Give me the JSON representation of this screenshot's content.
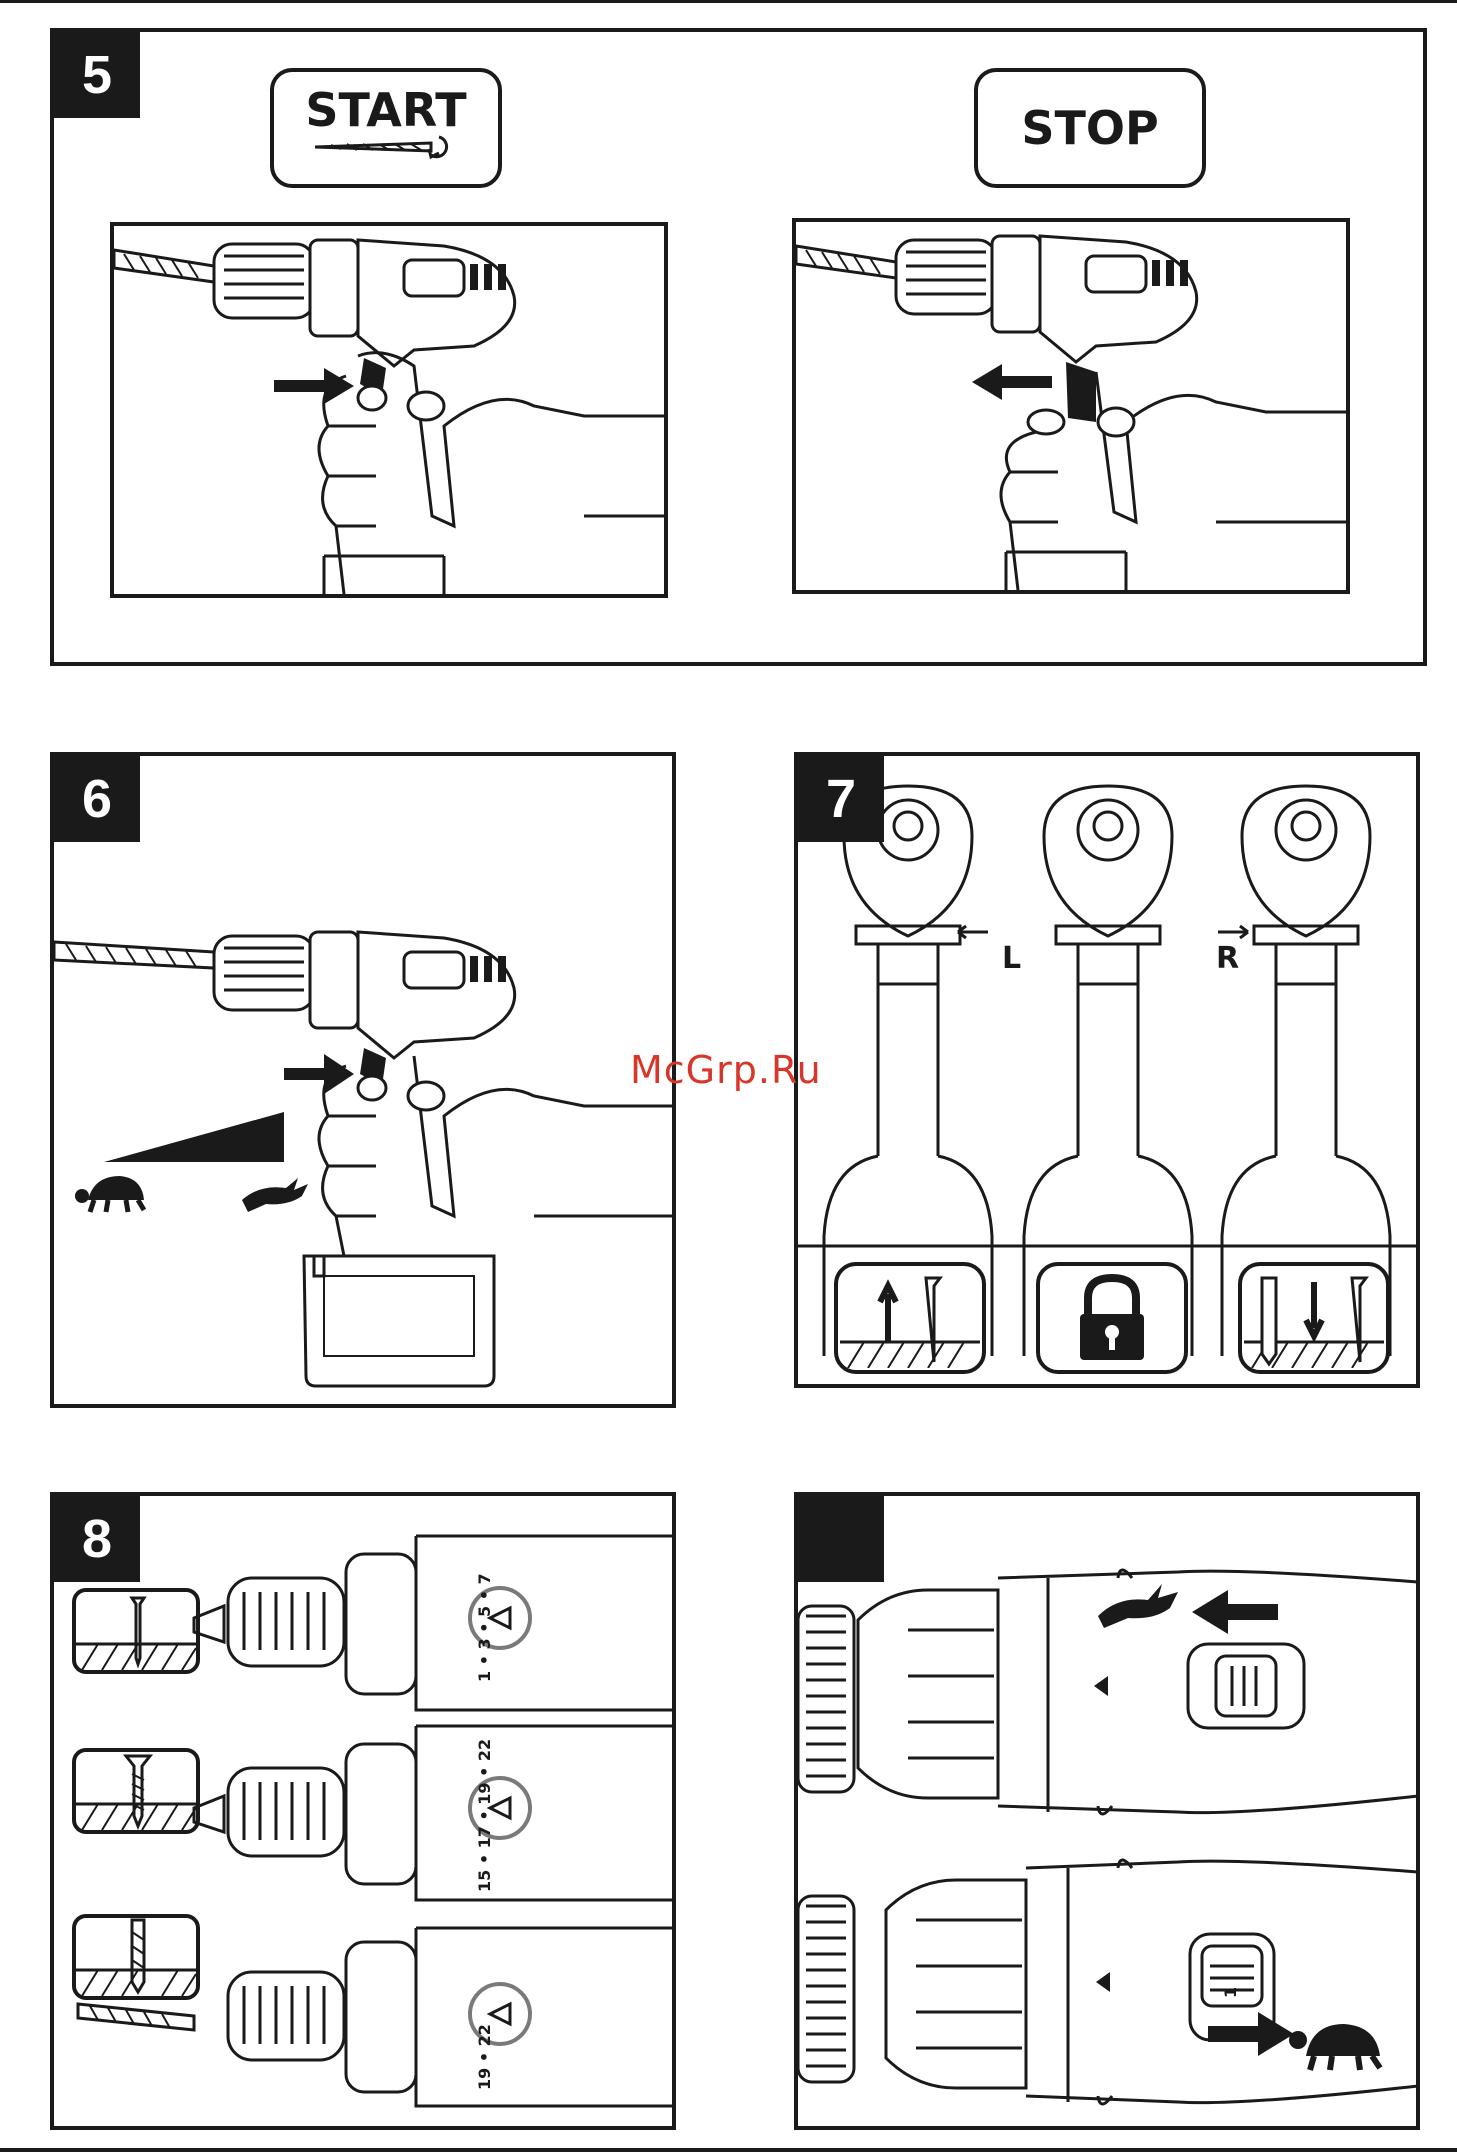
{
  "panels": {
    "p5": {
      "number": "5",
      "start_label": "START",
      "stop_label": "STOP"
    },
    "p6": {
      "number": "6"
    },
    "p7": {
      "number": "7",
      "left_label": "L",
      "right_label": "R"
    },
    "p8": {
      "number": "8",
      "top_dial": "1 • 3 • 5 • 7",
      "mid_dial": "15 • 17 • 19 • 22",
      "bot_dial": "19 • 22"
    },
    "p9": {
      "number": "",
      "gear_label": "1"
    }
  },
  "watermark": "McGrp.Ru",
  "icons": [
    "drill-bit-icon",
    "arrow-right-icon",
    "arrow-left-icon",
    "turtle-icon",
    "rabbit-icon",
    "lock-icon",
    "screw-icon",
    "drill-icon"
  ]
}
